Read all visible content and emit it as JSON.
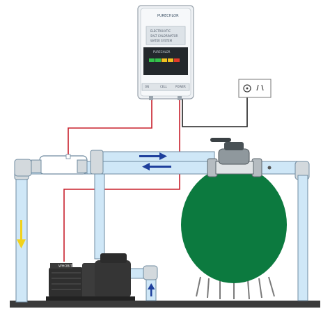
{
  "controller": {
    "brand": "PURECHLOR",
    "display_brand": "PURECHLOR",
    "model_lines": [
      "ELECTROLYTIC",
      "SALT CHLORINATOR",
      "WATER SYSTEM"
    ],
    "bottom_labels": [
      "ON",
      "CELL",
      "POWER"
    ]
  },
  "pump": {
    "brand": "WHOBIT"
  },
  "colors": {
    "pipe_fill": "#cfe7f7",
    "pipe_stroke": "#6f8ba0",
    "elbow_fill": "#d3d9dd",
    "cable": "#c8202c",
    "cable_black": "#222222",
    "flow_arrow_blue": "#1e3f9c",
    "flow_arrow_yellow": "#f2d21a",
    "tank": "#0c7a3f",
    "pump_body": "#3c3c3c",
    "floor": "#3b3b3b",
    "meter_green": "#33c24a",
    "meter_yellow": "#f0c020",
    "meter_red": "#e03a2a"
  },
  "icons": [
    "power-outlet-icon",
    "down-arrow-icon",
    "up-arrow-icon",
    "flow-arrow-right-icon",
    "flow-arrow-left-icon"
  ]
}
